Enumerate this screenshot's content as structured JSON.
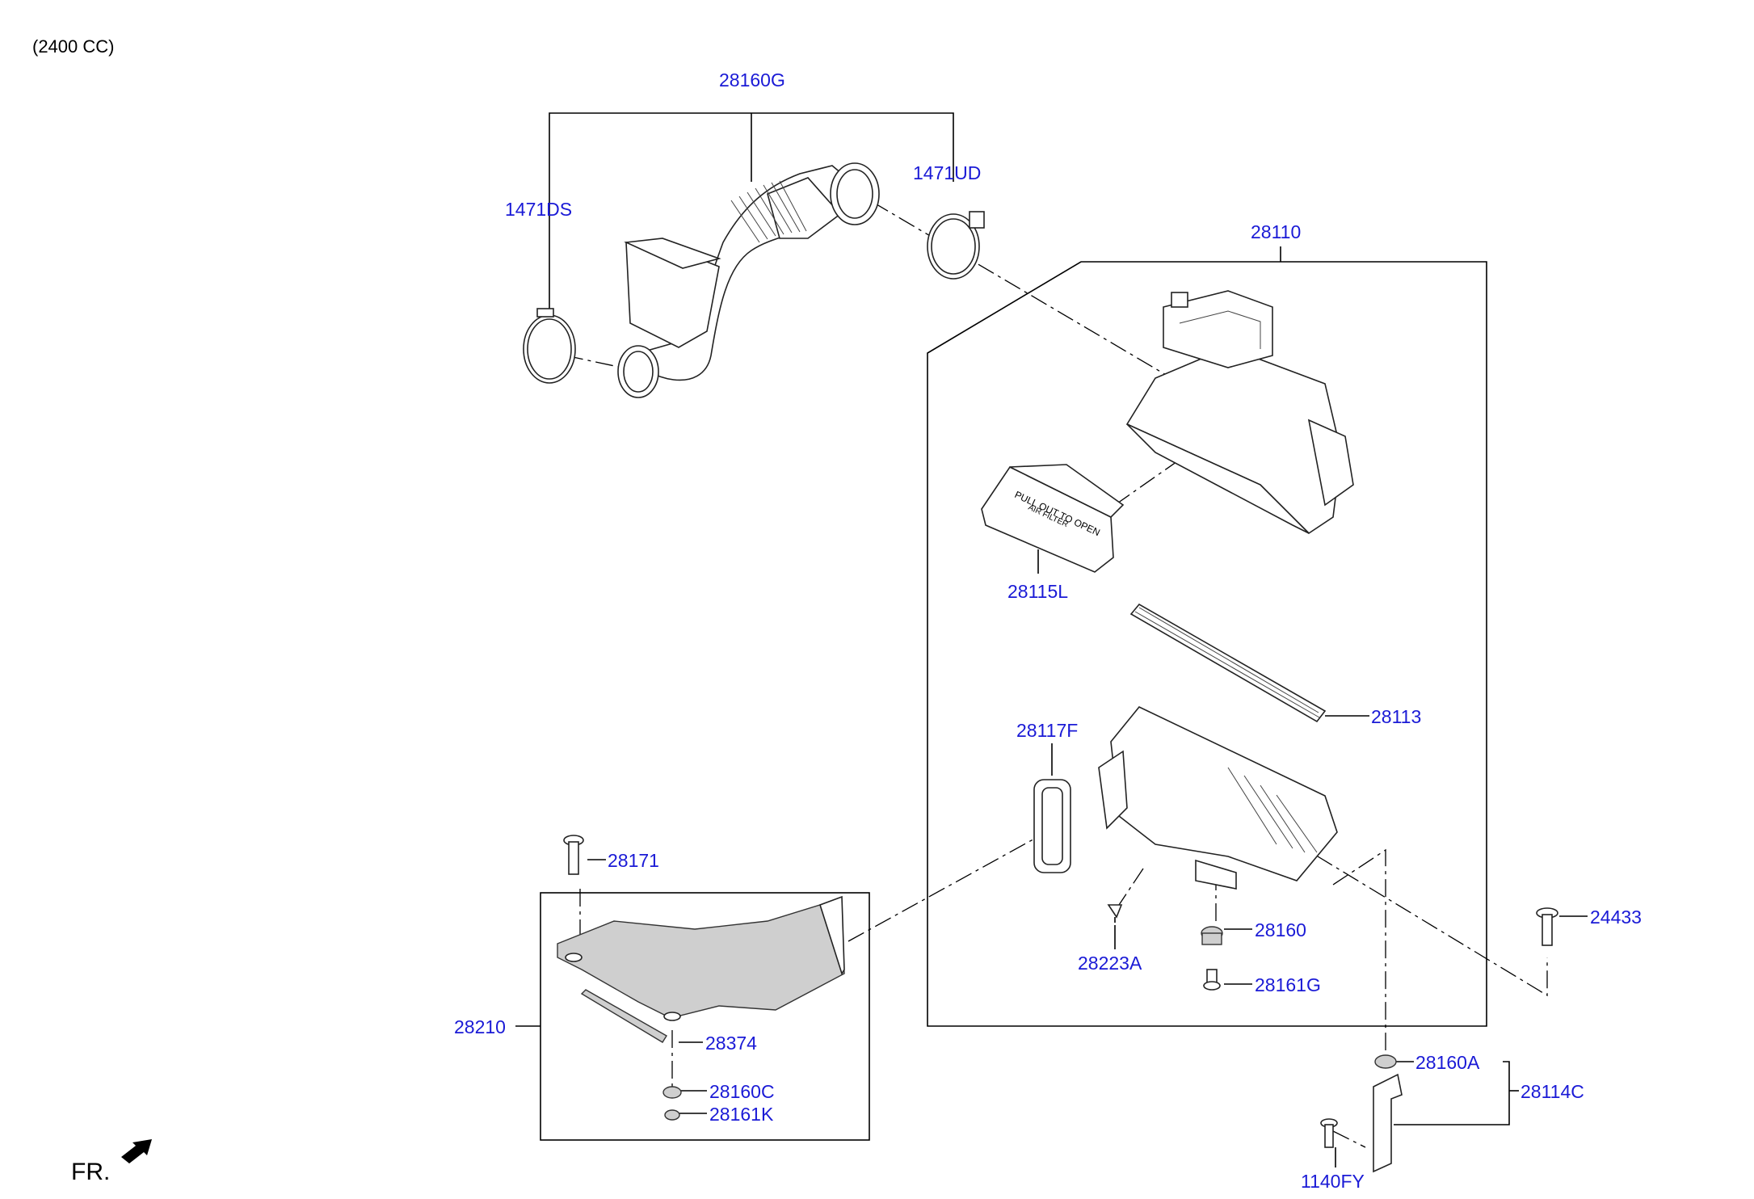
{
  "header": {
    "engine_caption": "(2400 CC)"
  },
  "direction_marker": {
    "label": "FR.",
    "icon": "front-arrow-icon"
  },
  "colors": {
    "label_text": "#1a1ad6",
    "line": "#000000",
    "part_fill": "#cfcfcf"
  },
  "parts": {
    "p28160G": "28160G",
    "p1471DS": "1471DS",
    "p1471UD": "1471UD",
    "p28110": "28110",
    "p28115L": "28115L",
    "p28113": "28113",
    "p28117F": "28117F",
    "p28171": "28171",
    "p28223A": "28223A",
    "p28160": "28160",
    "p28161G": "28161G",
    "p24433": "24433",
    "p28210": "28210",
    "p28374": "28374",
    "p28160C": "28160C",
    "p28161K": "28161K",
    "p28160A": "28160A",
    "p28114C": "28114C",
    "p1140FY": "1140FY"
  },
  "embossed_text": {
    "cover_line1": "PULL OUT TO OPEN",
    "cover_line2": "AIR FILTER"
  }
}
